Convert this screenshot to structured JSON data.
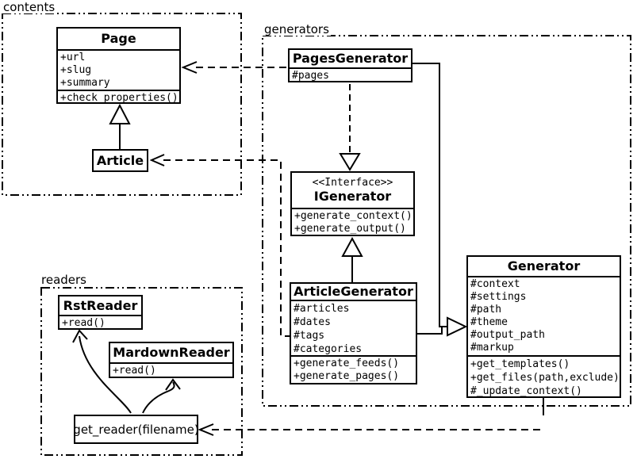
{
  "colors": {
    "ink": "#000000",
    "paper": "#ffffff"
  },
  "packages": {
    "contents": {
      "label": "contents"
    },
    "generators": {
      "label": "generators"
    },
    "readers": {
      "label": "readers"
    }
  },
  "classes": {
    "page": {
      "name": "Page",
      "attributes": [
        "+url",
        "+slug",
        "+summary"
      ],
      "methods": [
        "+check_properties()"
      ]
    },
    "article": {
      "name": "Article"
    },
    "pages_generator": {
      "name": "PagesGenerator",
      "attributes": [
        "#pages"
      ]
    },
    "igenerator": {
      "stereotype": "<<Interface>>",
      "name": "IGenerator",
      "methods": [
        "+generate_context()",
        "+generate_output()"
      ]
    },
    "article_generator": {
      "name": "ArticleGenerator",
      "attributes": [
        "#articles",
        "#dates",
        "#tags",
        "#categories"
      ],
      "methods": [
        "+generate_feeds()",
        "+generate_pages()"
      ]
    },
    "generator": {
      "name": "Generator",
      "attributes": [
        "#context",
        "#settings",
        "#path",
        "#theme",
        "#output_path",
        "#markup"
      ],
      "methods": [
        "+get_templates()",
        "+get_files(path,exclude)",
        "#_update_context()"
      ]
    },
    "rst_reader": {
      "name": "RstReader",
      "methods": [
        "+read()"
      ]
    },
    "mardown_reader": {
      "name": "MardownReader",
      "methods": [
        "+read()"
      ]
    },
    "get_reader": {
      "label": "get_reader(filename)"
    }
  }
}
